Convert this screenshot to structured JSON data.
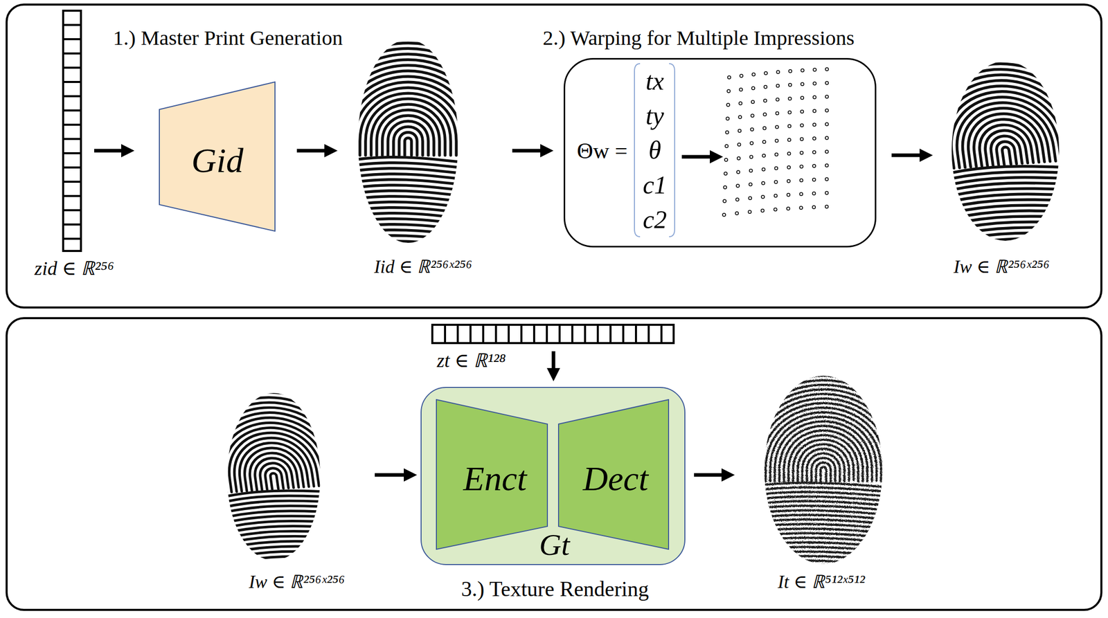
{
  "diagram": {
    "nodes": [
      {
        "text": [
          "1.) Master Print Generation",
          "2.) Warping for Multiple Impressions"
        ]
      },
      {
        "text": [
          "zid ∈ ℝ²⁵⁶"
        ],
        "in": 0
      },
      {
        "text": [
          "Gid"
        ],
        "in": 0
      },
      {
        "text": [
          "Iid ∈ ℝ²⁵⁶ˣ²⁵⁶"
        ],
        "in": 0
      },
      {
        "text": [
          "Θw =",
          "tx ty θ c1 c2"
        ],
        "in": 0
      },
      {
        "text": [
          "Iw ∈ ℝ²⁵⁶ˣ²⁵⁶"
        ],
        "in": 0
      },
      {
        "text": [
          "3.) Texture Rendering"
        ]
      },
      {
        "text": [
          "zt ∈ ℝ¹²⁸"
        ],
        "in": 6
      },
      {
        "text": [
          "Iw ∈ ℝ²⁵⁶ˣ²⁵⁶"
        ],
        "in": 6
      },
      {
        "text": [
          "Gt"
        ],
        "in": 6
      },
      {
        "text": [
          "Enct"
        ],
        "in": 9
      },
      {
        "text": [
          "Dect"
        ],
        "in": 9
      },
      {
        "text": [
          "It ∈ ℝ⁵¹²ˣ⁵¹²"
        ],
        "in": 6
      }
    ],
    "edges": [
      {
        "from": 1,
        "to": 2,
        "arrow": "to"
      },
      {
        "from": 2,
        "to": 3,
        "arrow": "to"
      },
      {
        "from": 3,
        "to": 4,
        "arrow": "to"
      },
      {
        "from": 4,
        "to": 5,
        "arrow": "to"
      },
      {
        "from": 7,
        "to": 9,
        "arrow": "to"
      },
      {
        "from": 8,
        "to": 9,
        "arrow": "to"
      },
      {
        "from": 9,
        "to": 12,
        "arrow": "to"
      }
    ]
  }
}
